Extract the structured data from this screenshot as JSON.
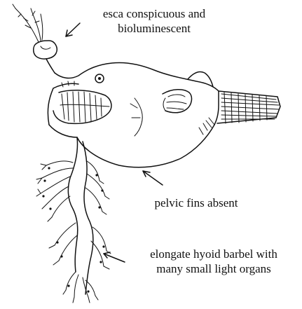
{
  "labels": {
    "esca_line1": "esca conspicuous and",
    "esca_line2": "bioluminescent",
    "pelvic": "pelvic fins absent",
    "barbel_line1": "elongate hyoid barbel with",
    "barbel_line2": "many small light organs"
  }
}
